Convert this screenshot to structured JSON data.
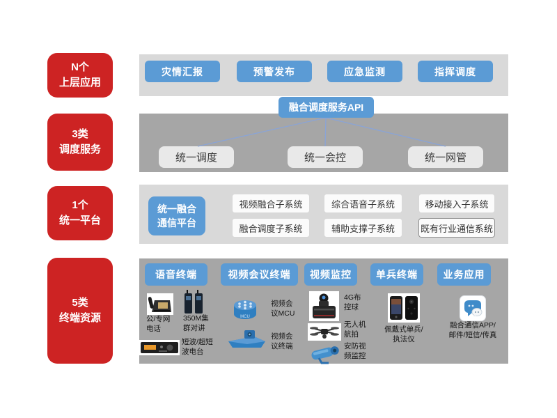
{
  "colors": {
    "accent_red": "#cd2323",
    "accent_blue": "#5b9bd5",
    "band_light": "#d9d9d9",
    "band_dark": "#a6a6a6",
    "connector_line": "#8aa4d6"
  },
  "left_rail": {
    "items": [
      {
        "line1": "N个",
        "line2": "上层应用"
      },
      {
        "line1": "3类",
        "line2": "调度服务"
      },
      {
        "line1": "1个",
        "line2": "统一平台"
      },
      {
        "line1": "5类",
        "line2": "终端资源"
      }
    ]
  },
  "applications_row": {
    "buttons": [
      {
        "label": "灾情汇报"
      },
      {
        "label": "预警发布"
      },
      {
        "label": "应急监测"
      },
      {
        "label": "指挥调度"
      }
    ]
  },
  "dispatch_row": {
    "api_label": "融合调度服务API",
    "services": [
      {
        "label": "统一调度"
      },
      {
        "label": "统一会控"
      },
      {
        "label": "统一网管"
      }
    ]
  },
  "platform_row": {
    "platform_label": "统一融合\n通信平台",
    "subsystems_row1": [
      {
        "label": "视频融合子系统"
      },
      {
        "label": "综合语音子系统"
      },
      {
        "label": "移动接入子系统"
      }
    ],
    "subsystems_row2": [
      {
        "label": "融合调度子系统"
      },
      {
        "label": "辅助支撑子系统"
      },
      {
        "label": "既有行业通信系统"
      }
    ]
  },
  "terminals_row": {
    "columns": [
      {
        "header": "语音终端",
        "items": [
          {
            "icon": "desk-phone-icon",
            "label": "公/专网\n电话"
          },
          {
            "icon": "walkie-talkie-icon",
            "label": "350M集\n群对讲"
          },
          {
            "icon": "radio-station-icon",
            "label": "短波/超短\n波电台"
          }
        ]
      },
      {
        "header": "视频会议终端",
        "items": [
          {
            "icon": "mcu-icon",
            "label": "视频会\n议MCU"
          },
          {
            "icon": "video-conference-terminal-icon",
            "label": "视频会\n议终端"
          }
        ]
      },
      {
        "header": "视频监控",
        "items": [
          {
            "icon": "ptz-ball-camera-icon",
            "label": "4G布\n控球"
          },
          {
            "icon": "drone-icon",
            "label": "无人机\n航拍"
          },
          {
            "icon": "cctv-camera-icon",
            "label": "安防视\n频监控"
          }
        ]
      },
      {
        "header": "单兵终端",
        "items": [
          {
            "icon": "body-worn-camera-icon",
            "label": "佩戴式单兵/\n执法仪"
          }
        ]
      },
      {
        "header": "业务应用",
        "items": [
          {
            "icon": "chat-app-icon",
            "label": "融合通信APP/\n邮件/短信/传真"
          }
        ]
      }
    ]
  },
  "icons": {
    "mcu_text": "MCU"
  }
}
